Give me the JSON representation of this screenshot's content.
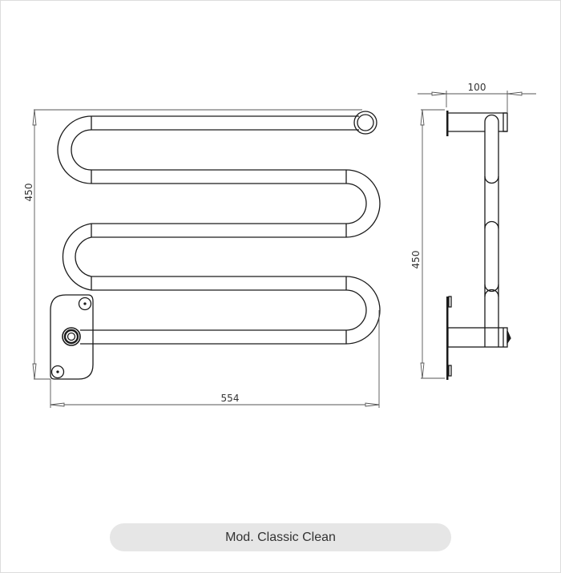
{
  "drawing": {
    "front_view": {
      "width_dimension": "554",
      "height_dimension": "450"
    },
    "side_view": {
      "depth_dimension": "100",
      "height_dimension": "450"
    }
  },
  "caption": {
    "model_name": "Mod. Classic Clean"
  },
  "colors": {
    "line": "#1a1a1a",
    "dimension_line": "#555555",
    "caption_background": "#e6e6e6",
    "caption_text": "#333333",
    "border": "#dcdcdc"
  }
}
